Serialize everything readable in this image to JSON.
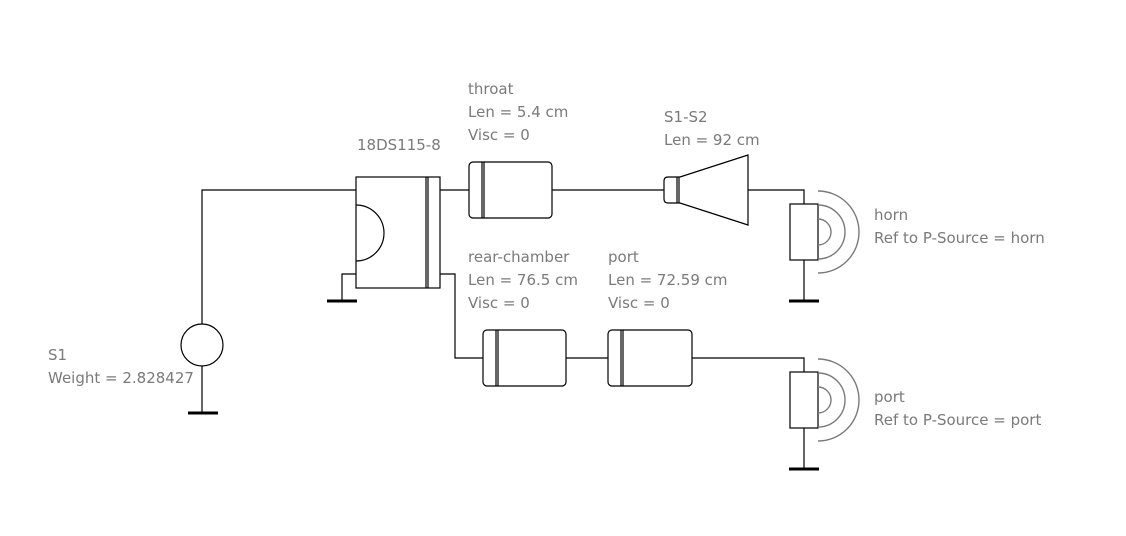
{
  "components": {
    "source": {
      "name": "S1",
      "param": "Weight = 2.828427"
    },
    "driver": {
      "name": "18DS115-8"
    },
    "throat": {
      "name": "throat",
      "len": "Len = 5.4 cm",
      "visc": "Visc = 0"
    },
    "horn": {
      "name": "S1-S2",
      "len": "Len = 92 cm"
    },
    "rear_chamber": {
      "name": "rear-chamber",
      "len": "Len = 76.5 cm",
      "visc": "Visc = 0"
    },
    "port_duct": {
      "name": "port",
      "len": "Len = 72.59 cm",
      "visc": "Visc = 0"
    },
    "horn_radiator": {
      "name": "horn",
      "ref": "Ref to P-Source = horn"
    },
    "port_radiator": {
      "name": "port",
      "ref": "Ref to P-Source = port"
    }
  },
  "colors": {
    "wire": "#000000",
    "label": "#7a7a7a",
    "background": "#ffffff"
  }
}
